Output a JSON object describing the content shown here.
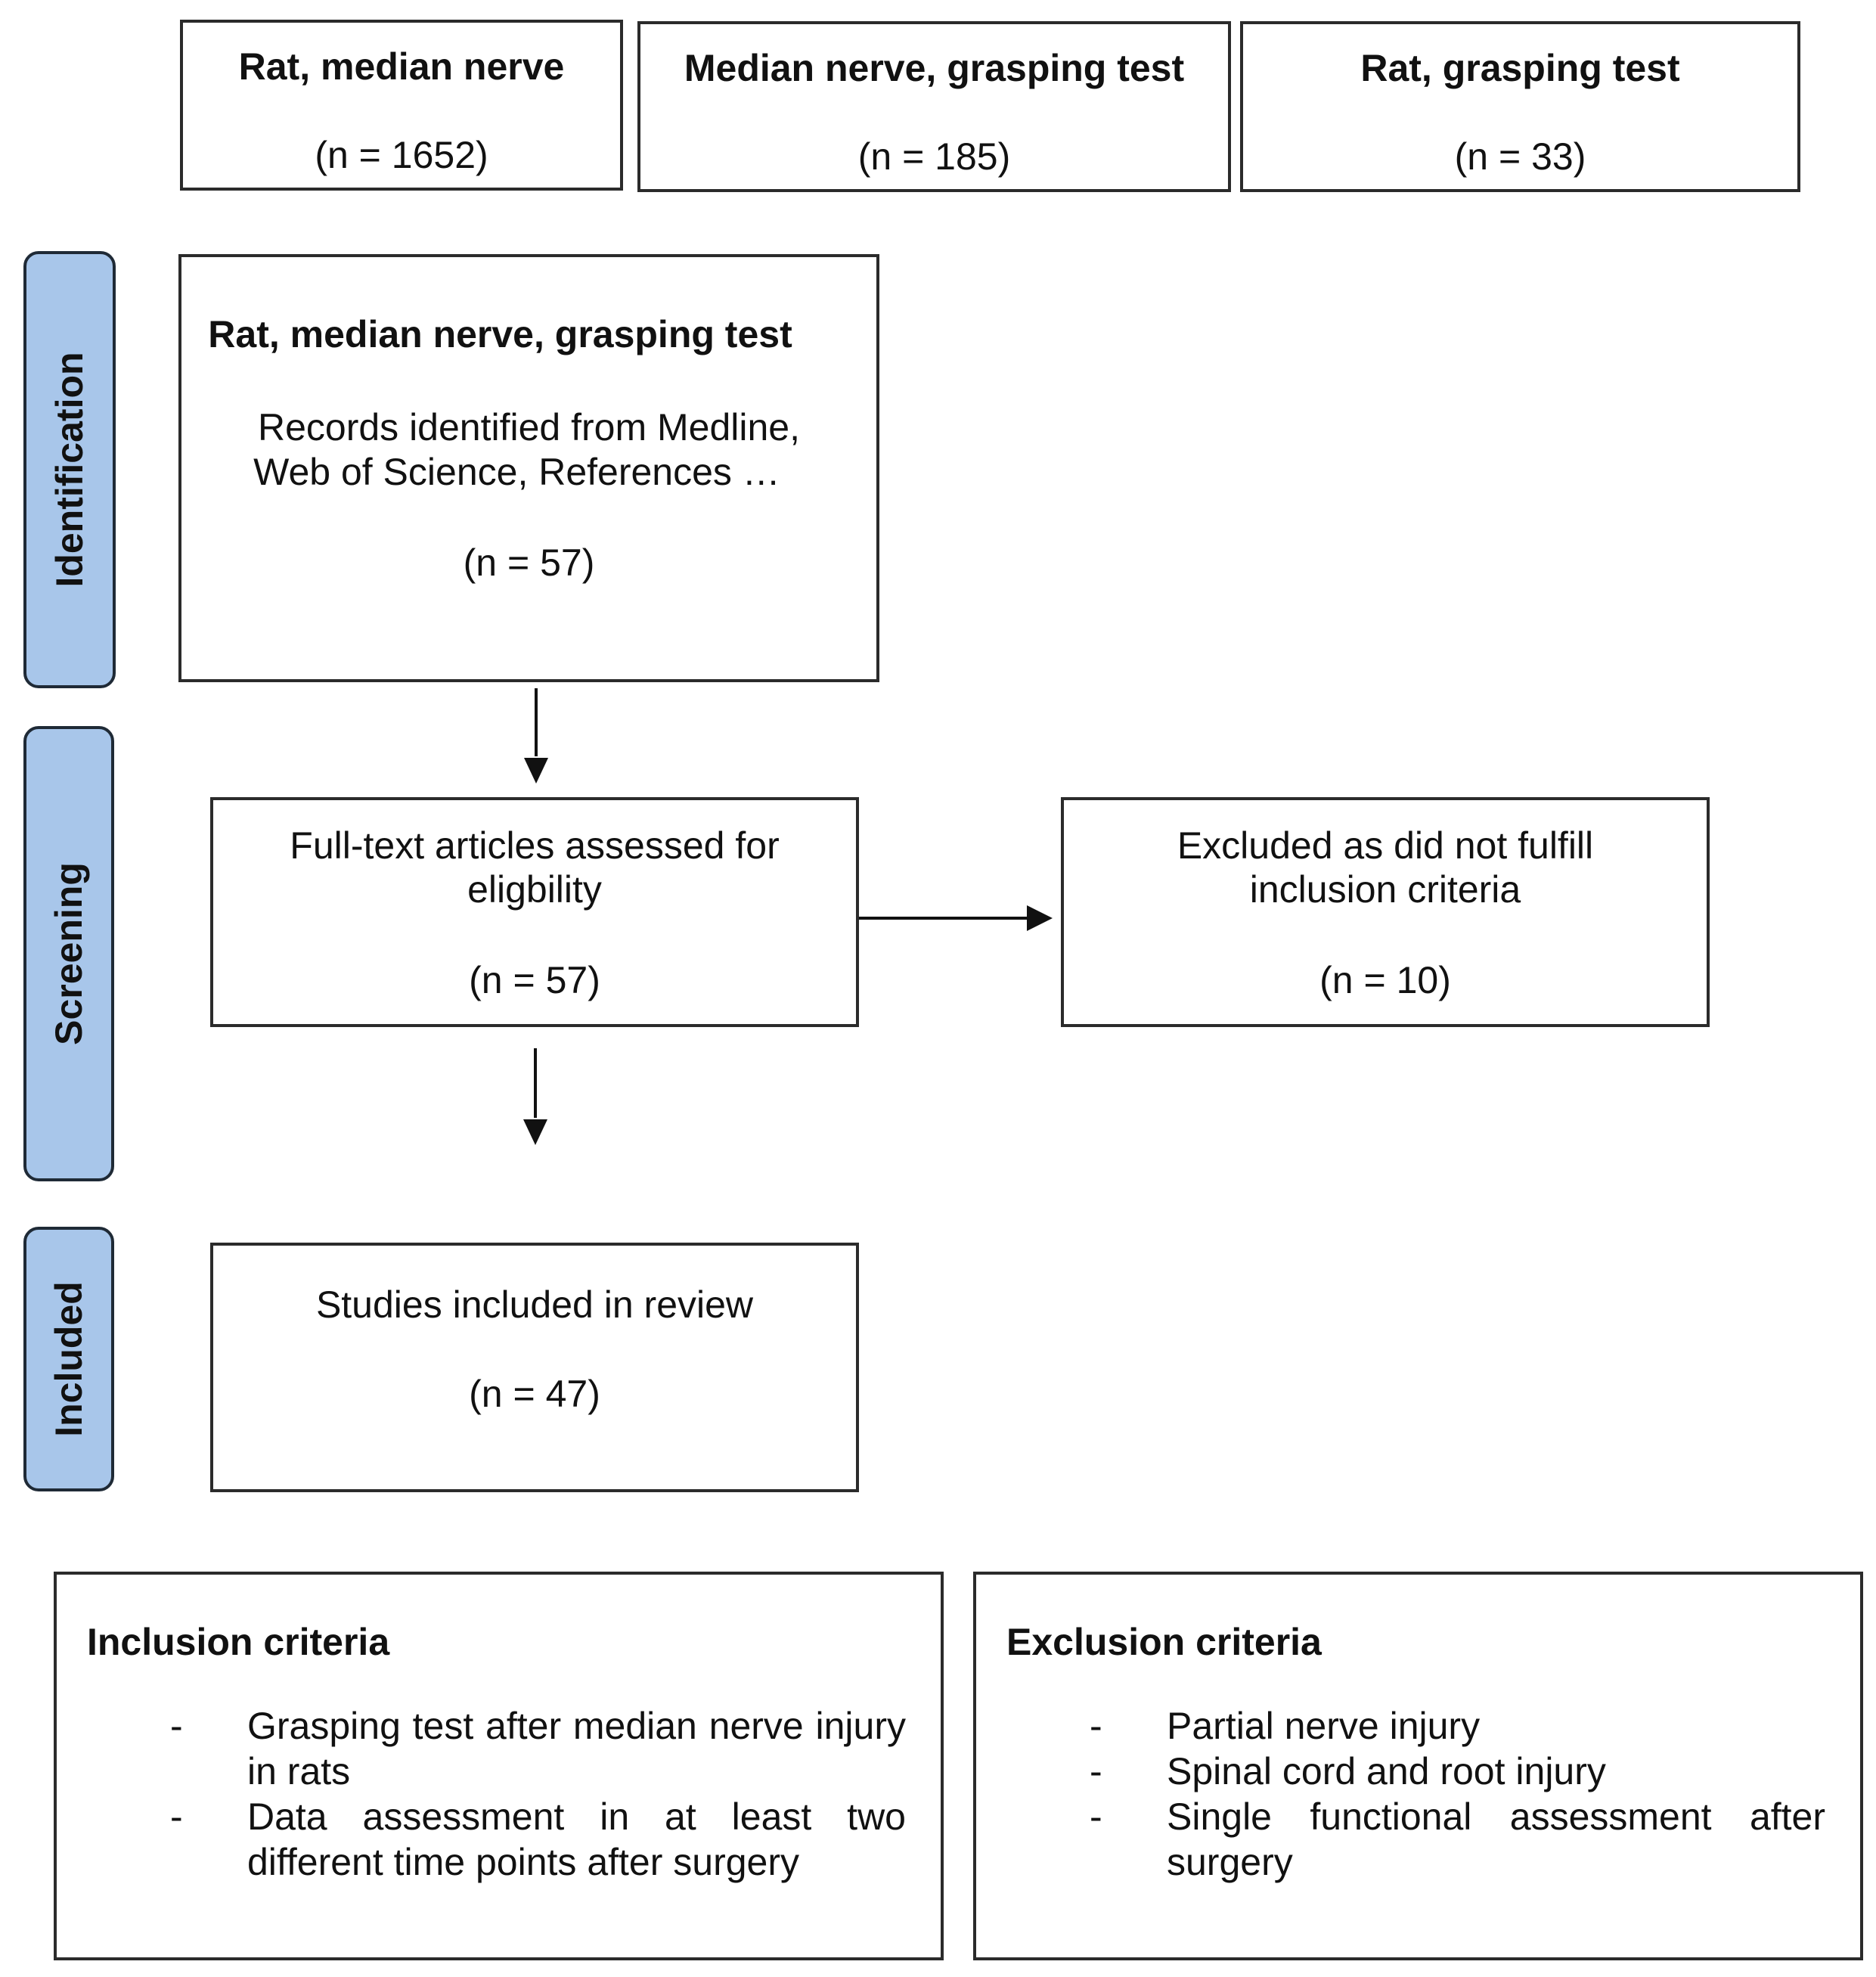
{
  "search_terms": [
    {
      "label": "Rat, median nerve",
      "count": "(n = 1652)"
    },
    {
      "label": "Median nerve, grasping test",
      "count": "(n = 185)"
    },
    {
      "label": "Rat, grasping test",
      "count": "(n = 33)"
    }
  ],
  "stages": {
    "identification": "Identification",
    "screening": "Screening",
    "included": "Included"
  },
  "identification_box": {
    "title": "Rat, median nerve, grasping test",
    "line1": "Records identified from Medline,",
    "line2": "Web of Science, References …",
    "count": "(n = 57)"
  },
  "screening_box": {
    "line1": "Full-text articles assessed for",
    "line2": "eligbility",
    "count": "(n = 57)"
  },
  "excluded_box": {
    "line1": "Excluded as did not fulfill",
    "line2": "inclusion criteria",
    "count": "(n = 10)"
  },
  "included_box": {
    "line1": "Studies included in review",
    "count": "(n = 47)"
  },
  "inclusion_criteria": {
    "title": "Inclusion criteria",
    "items": [
      "Grasping test after median nerve injury in rats",
      "Data assessment in at least two different time points after surgery"
    ]
  },
  "exclusion_criteria": {
    "title": "Exclusion criteria",
    "items": [
      "Partial nerve injury",
      "Spinal cord and root injury",
      "Single functional assessment after surgery"
    ]
  }
}
